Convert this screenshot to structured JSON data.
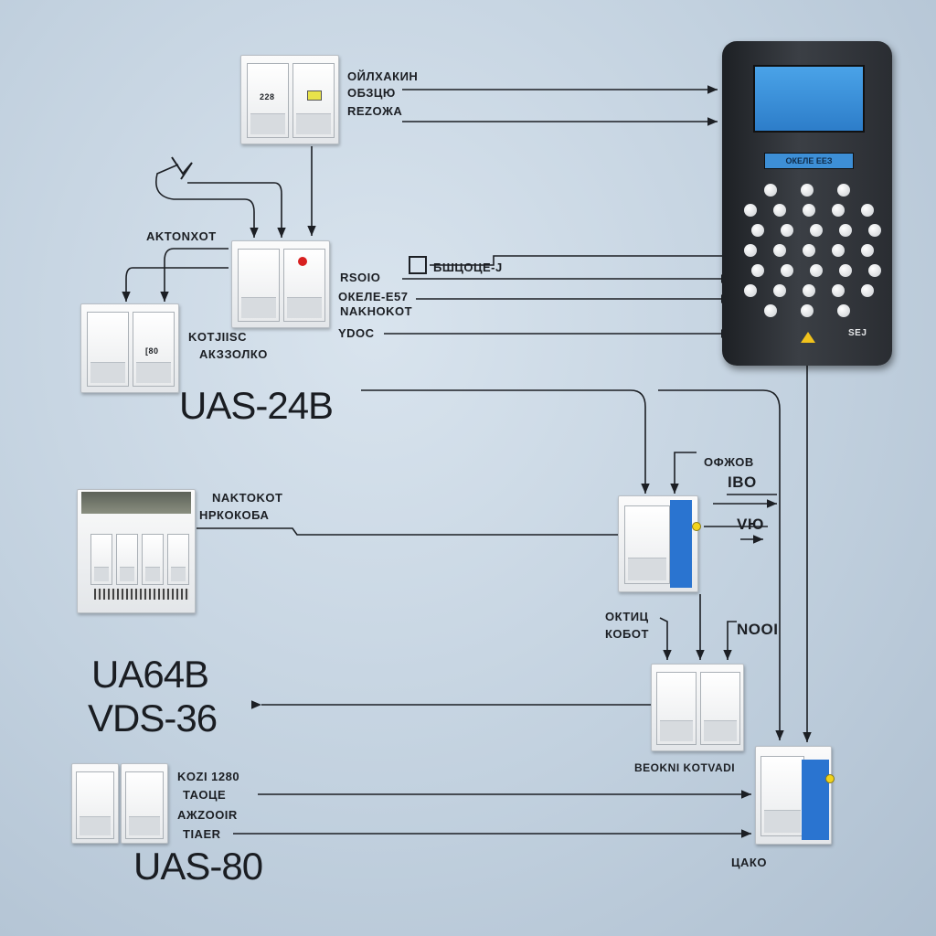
{
  "labels": {
    "top1": "ОЙЛХАКИН",
    "top2": "ОБЗЦЮ",
    "top3": "REZOЖА",
    "sw_top_a": "228",
    "aktonxot": "AKTONXOT",
    "box_label": "БШЦОЦЕ-Ј",
    "mid1": "RSOIO",
    "mid2": "ОКЕЛЕ-Е57",
    "mid3": "NAKHOKOT",
    "mid4": "YDOC",
    "sw_left_1": "KOTJIISC",
    "sw_left_2": "АКЗЗОЛКО",
    "sw_left_tag": "[80",
    "dev_mid_1": "NAKTOKOT",
    "dev_mid_2": "НРКОКОБА",
    "right1": "ОФЖОВ",
    "right2": "IBO",
    "right3": "VЮ",
    "lower1": "ОКТИЦ",
    "lower2": "КОБОТ",
    "noi": "NOOI",
    "bottom_mid": "BEOKNI KOTVADI",
    "bottom_right": "ЦАКО",
    "bl1": "KOZI 1280",
    "bl2": "ТАОЦЕ",
    "bl3": "AЖZOOIR",
    "bl4": "TIAER",
    "keypad_strip": "ОКЕЛЕ ЕЕЗ",
    "keypad_badge": "SEJ"
  },
  "titles": {
    "uas24b": "UAS-24B",
    "u64b": "UA64B",
    "vds36": "VDS-36",
    "uas80": "UAS-80"
  },
  "colors": {
    "wire": "#1c1f24",
    "accent_blue": "#2a74d0",
    "accent_yellow": "#f1d31c",
    "keypad_body": "#2b2e33"
  }
}
